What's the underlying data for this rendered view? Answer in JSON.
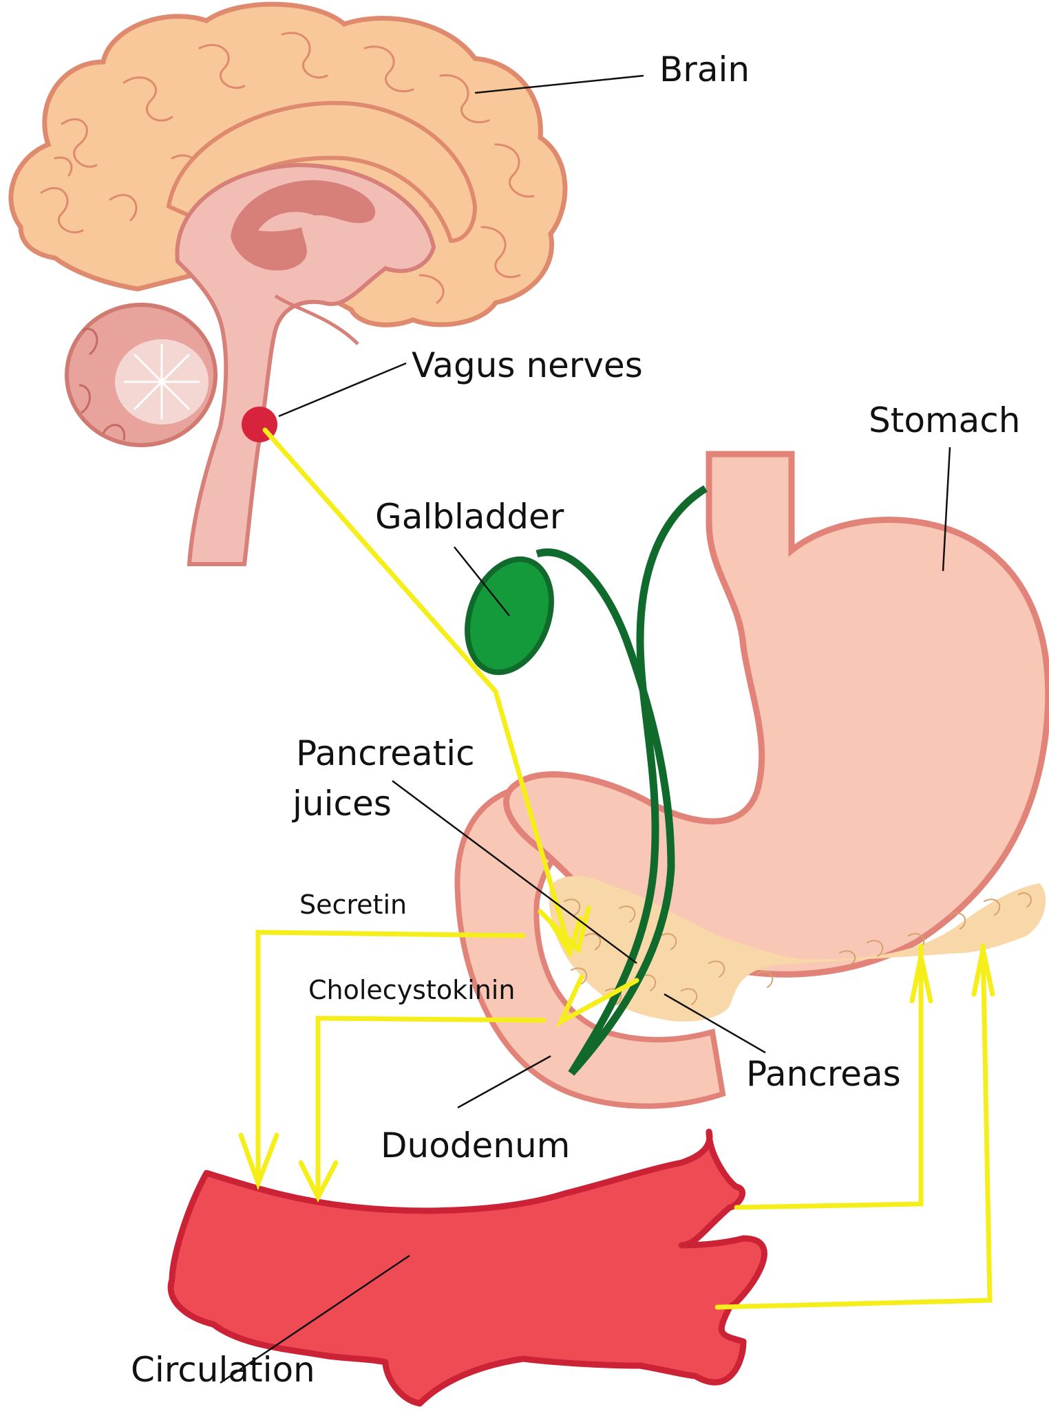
{
  "labels": {
    "brain": "Brain",
    "vagus": "Vagus nerves",
    "stomach": "Stomach",
    "galbladder": "Galbladder",
    "pancreatic_line1": "Pancreatic",
    "pancreatic_line2": "juices",
    "secretin": "Secretin",
    "cholecystokinin": "Cholecystokinin",
    "pancreas": "Pancreas",
    "duodenum": "Duodenum",
    "circulation": "Circulation"
  },
  "colors": {
    "brain_fill": "#f8c79a",
    "brain_outline": "#df8a6e",
    "brainstem_fill": "#f2bdb5",
    "brainstem_dark": "#d78079",
    "stomach_fill": "#f9c7b5",
    "stomach_outline": "#e2837a",
    "pancreas_fill": "#f8d8a8",
    "pancreas_detail": "#d6a16c",
    "galbladder_fill": "#149a3a",
    "galbladder_outline": "#0f6a2c",
    "bile_duct": "#0f6a2c",
    "vessel_fill": "#ef4b55",
    "vessel_outline": "#cc2236",
    "vagus_dot": "#d8233c",
    "signal_arrows": "#f5ee1b",
    "text": "#111111"
  },
  "icons": {
    "brain": "brain-illustration",
    "stomach": "stomach-illustration",
    "galbladder": "galbladder-illustration",
    "pancreas": "pancreas-illustration",
    "circulation": "blood-vessel-illustration"
  }
}
